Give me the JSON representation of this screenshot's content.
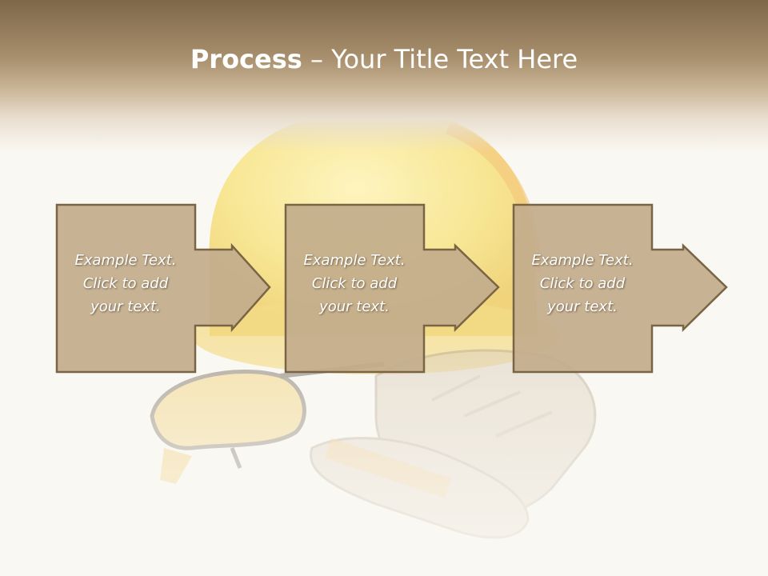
{
  "slide": {
    "title_bold": "Process",
    "title_rest": " – Your Title Text Here"
  },
  "steps": [
    {
      "text": "Example Text.\nClick  to add\nyour text."
    },
    {
      "text": "Example Text.\nClick  to add\nyour text."
    },
    {
      "text": "Example Text.\nClick  to add\nyour text."
    }
  ],
  "colors": {
    "header": "#8a7352",
    "box_fill": "#c2ad8c",
    "box_stroke": "#7a6446",
    "text": "#ffffff"
  }
}
